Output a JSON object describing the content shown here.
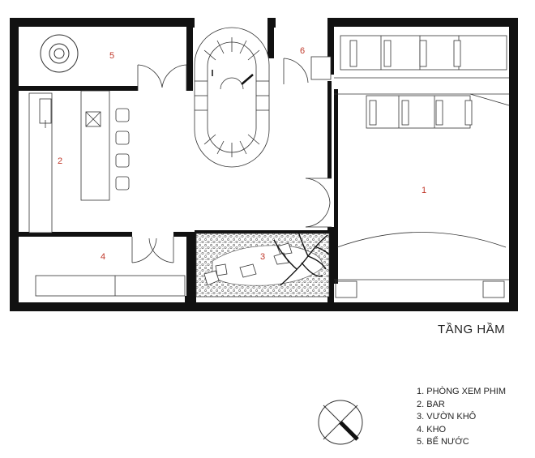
{
  "drawing": {
    "title": "TẦNG HẦM",
    "room_numbers": [
      "1",
      "2",
      "3",
      "4",
      "5",
      "6"
    ],
    "legend": [
      "1. PHÒNG XEM PHIM",
      "2. BAR",
      "3. VƯỜN KHÔ",
      "4. KHO",
      "5. BỂ NƯỚC"
    ],
    "colors": {
      "wall": "#111111",
      "line": "#333333",
      "room_number": "#c0392b",
      "gravel": "#aaaaaa"
    },
    "icons": [
      "north-arrow-icon",
      "spiral-stair-icon",
      "cinema-seat-icon",
      "bar-stool-icon",
      "tree-branch-icon"
    ]
  }
}
